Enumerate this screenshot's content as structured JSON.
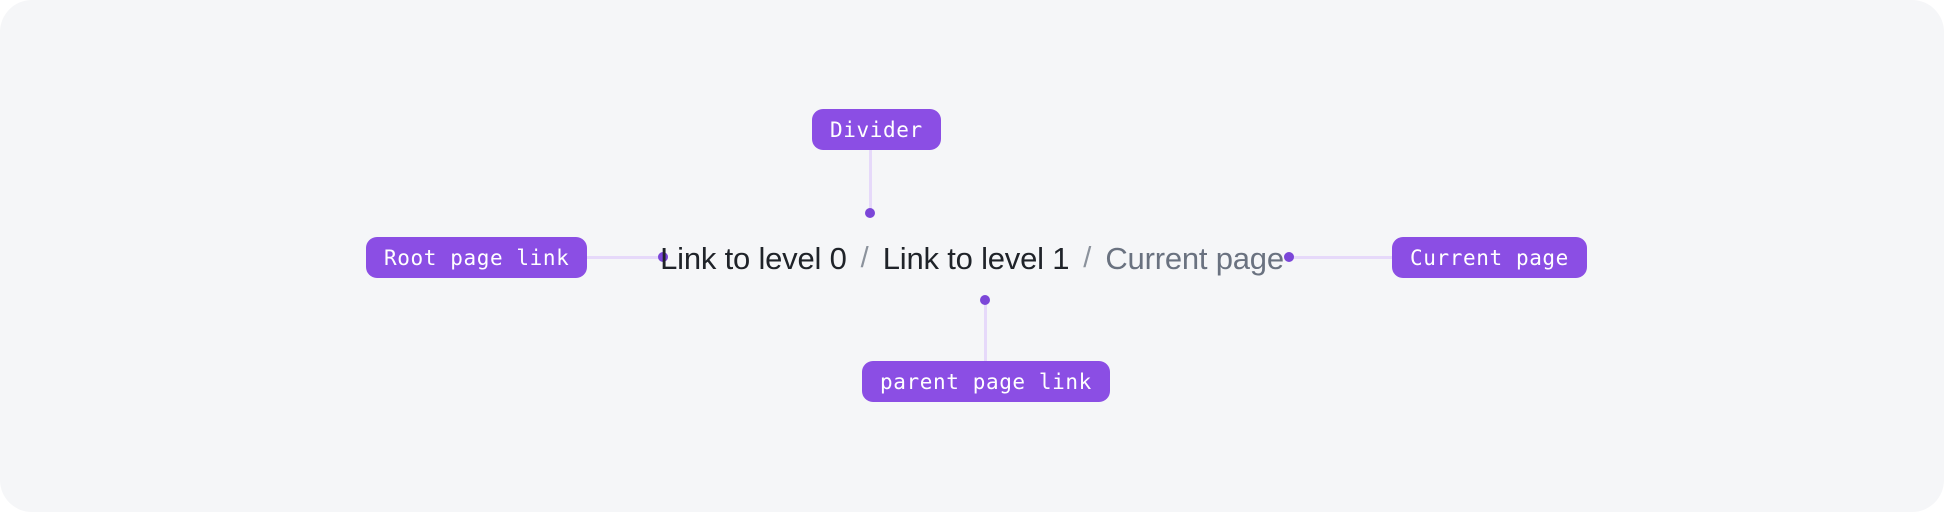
{
  "canvas": {
    "background_color": "#f5f6f8",
    "corner_radius": "32px"
  },
  "breadcrumb": {
    "separator": "/",
    "items": [
      {
        "label": "Link to level 0",
        "state": "link"
      },
      {
        "label": "Link to level 1",
        "state": "link"
      },
      {
        "label": "Current page",
        "state": "current"
      }
    ],
    "link_color": "#1f2329",
    "current_color": "#6a7280",
    "separator_color": "#8b929c"
  },
  "annotations": {
    "badge_color": "#8b4ee4",
    "badge_text_color": "#ffffff",
    "leader_line_color": "#e6d9fa",
    "anchor_dot_color": "#7b46d8",
    "callouts": [
      {
        "id": "divider",
        "label": "Divider",
        "position": "top",
        "targets": "separator"
      },
      {
        "id": "root",
        "label": "Root page link",
        "position": "left",
        "targets": "Link to level 0"
      },
      {
        "id": "parent",
        "label": "parent page link",
        "position": "bottom",
        "targets": "Link to level 1"
      },
      {
        "id": "current",
        "label": "Current page",
        "position": "right",
        "targets": "Current page"
      }
    ]
  }
}
